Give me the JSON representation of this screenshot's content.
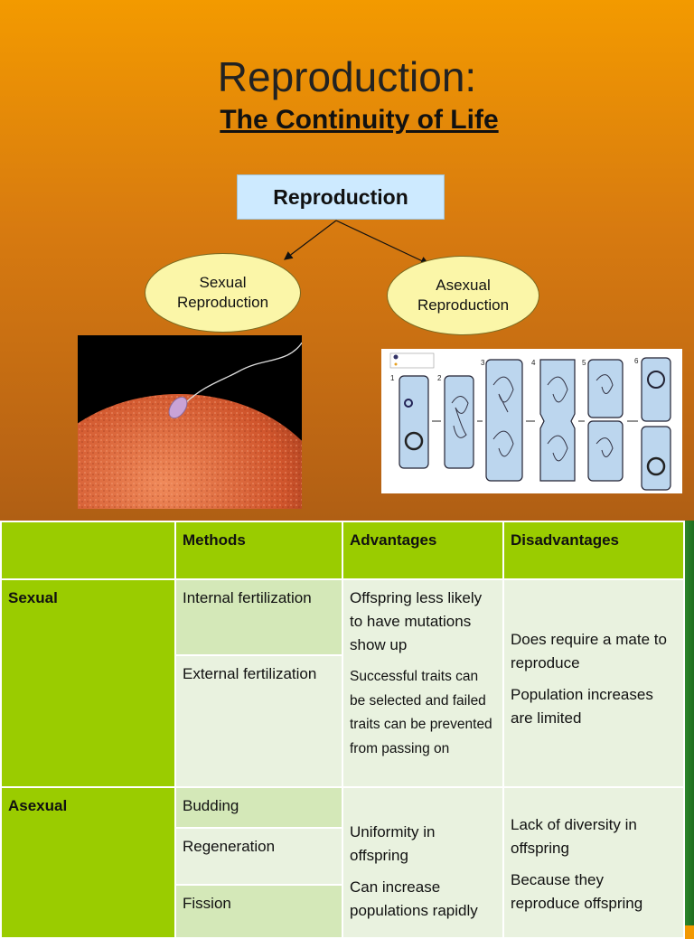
{
  "slide": {
    "title": "Reproduction:",
    "subtitle": "The Continuity of Life"
  },
  "diagram": {
    "root": "Reproduction",
    "sexual_line1": "Sexual",
    "sexual_line2": "Reproduction",
    "asexual_line1": "Asexual",
    "asexual_line2": "Reproduction"
  },
  "images": {
    "fission_steps": [
      "1",
      "2",
      "3",
      "4",
      "5",
      "6"
    ]
  },
  "table": {
    "headers": [
      "",
      "Methods",
      "Advantages",
      "Disadvantages"
    ],
    "sexual": {
      "label": "Sexual",
      "methods": [
        "Internal fertilization",
        "External fertilization"
      ],
      "advantages": [
        "Offspring less likely to have mutations show up",
        "Successful traits can be selected and failed traits can be prevented from passing on"
      ],
      "disadvantages": [
        "Does require a mate to reproduce",
        "Population increases are limited"
      ]
    },
    "asexual": {
      "label": "Asexual",
      "methods": [
        "Budding",
        "Regeneration",
        "Fission"
      ],
      "advantages": [
        "Uniformity  in offspring",
        "Can increase populations rapidly"
      ],
      "disadvantages": [
        "Lack of diversity in offspring",
        "Because they reproduce offspring"
      ]
    }
  },
  "colors": {
    "header_green": "#9acc00",
    "cell_light": "#e9f2df",
    "cell_mid": "#d4e8b8",
    "oval_fill": "#fbf6a8",
    "root_box": "#cdeaff"
  }
}
